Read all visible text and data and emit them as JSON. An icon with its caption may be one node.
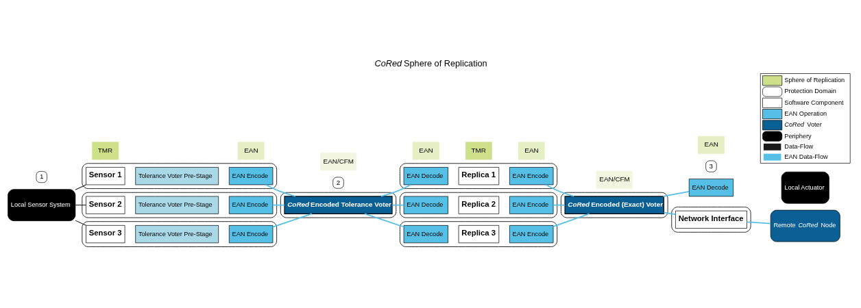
{
  "diagram": {
    "title": "*CoRed* Sphere of Replication",
    "nodes": [
      {
        "text": [
          "Local Sensor System"
        ]
      },
      {
        "text": [],
        "shape": "box"
      },
      {
        "text": [
          "Sensor 1"
        ],
        "in": 1
      },
      {
        "text": [
          "Tolerance Voter Pre-Stage"
        ],
        "in": 1
      },
      {
        "text": [
          "EAN Encode"
        ],
        "in": 1
      },
      {
        "text": [],
        "shape": "box"
      },
      {
        "text": [
          "Sensor 2"
        ],
        "in": 5
      },
      {
        "text": [
          "Tolerance Voter Pre-Stage"
        ],
        "in": 5
      },
      {
        "text": [
          "EAN Encode"
        ],
        "in": 5
      },
      {
        "text": [],
        "shape": "box"
      },
      {
        "text": [
          "Sensor 3"
        ],
        "in": 9
      },
      {
        "text": [
          "Tolerance Voter Pre-Stage"
        ],
        "in": 9
      },
      {
        "text": [
          "EAN Encode"
        ],
        "in": 9
      },
      {
        "text": [],
        "shape": "box"
      },
      {
        "text": [
          "*CoRed* Encoded Tolerance Voter"
        ],
        "in": 13
      },
      {
        "text": [],
        "shape": "box"
      },
      {
        "text": [
          "EAN Decode"
        ],
        "in": 15
      },
      {
        "text": [
          "Replica 1"
        ],
        "in": 15
      },
      {
        "text": [
          "EAN Encode"
        ],
        "in": 15
      },
      {
        "text": [],
        "shape": "box"
      },
      {
        "text": [
          "EAN Decode"
        ],
        "in": 19
      },
      {
        "text": [
          "Replica 2"
        ],
        "in": 19
      },
      {
        "text": [
          "EAN Encode"
        ],
        "in": 19
      },
      {
        "text": [],
        "shape": "box"
      },
      {
        "text": [
          "EAN Decode"
        ],
        "in": 23
      },
      {
        "text": [
          "Replica 3"
        ],
        "in": 23
      },
      {
        "text": [
          "EAN Encode"
        ],
        "in": 23
      },
      {
        "text": [],
        "shape": "box"
      },
      {
        "text": [
          "*CoRed* Encoded (Exact) Voter"
        ],
        "in": 27
      },
      {
        "text": [
          "EAN Decode"
        ]
      },
      {
        "text": [
          "Local Actuator"
        ]
      },
      {
        "text": [],
        "shape": "box"
      },
      {
        "text": [
          "Network Interface"
        ],
        "in": 31
      },
      {
        "text": [
          "Remote *CoRed* Node"
        ]
      }
    ],
    "edges": [
      {
        "from": 0,
        "to": 2,
        "arrow": "none",
        "color": "#1a1a1a"
      },
      {
        "from": 0,
        "to": 6,
        "arrow": "none",
        "color": "#1a1a1a"
      },
      {
        "from": 0,
        "to": 10,
        "arrow": "none",
        "color": "#1a1a1a"
      },
      {
        "from": 4,
        "to": 14,
        "arrow": "none"
      },
      {
        "from": 8,
        "to": 14,
        "arrow": "none"
      },
      {
        "from": 12,
        "to": 14,
        "arrow": "none"
      },
      {
        "from": 14,
        "to": 16,
        "arrow": "none"
      },
      {
        "from": 14,
        "to": 20,
        "arrow": "none"
      },
      {
        "from": 14,
        "to": 24,
        "arrow": "none"
      },
      {
        "from": 18,
        "to": 28,
        "arrow": "none"
      },
      {
        "from": 22,
        "to": 28,
        "arrow": "none"
      },
      {
        "from": 26,
        "to": 28,
        "arrow": "none"
      },
      {
        "from": 28,
        "to": 29,
        "arrow": "none"
      },
      {
        "from": 28,
        "to": 32,
        "arrow": "none"
      },
      {
        "from": 32,
        "to": 33,
        "arrow": "none"
      }
    ],
    "labels": [
      "1",
      "2",
      "3",
      "TMR",
      "EAN",
      "EAN/CFM",
      "EAN",
      "TMR",
      "EAN",
      "EAN/CFM",
      "EAN"
    ],
    "legend": [
      {
        "text": "Sphere of Replication",
        "color": "#cfe08a"
      },
      {
        "text": "Protection Domain"
      },
      {
        "text": "Software Component"
      },
      {
        "text": "EAN Operation",
        "color": "#55bfe6"
      },
      {
        "text": "*CoRed* Voter",
        "color": "#0a5f94"
      },
      {
        "text": "Periphery"
      },
      {
        "text": "Data-Flow"
      },
      {
        "text": "EAN Data-Flow"
      }
    ]
  }
}
